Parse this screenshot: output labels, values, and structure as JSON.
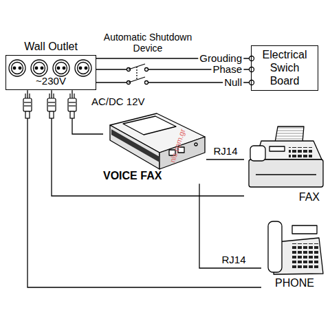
{
  "diagram": {
    "nodes": [
      {
        "text": [
          "Wall Outlet",
          "~230V"
        ]
      },
      {
        "text": [
          "Electrical Swich Board"
        ]
      },
      {
        "text": [
          "VOICE FAX"
        ]
      },
      {
        "text": [
          "FAX"
        ]
      },
      {
        "text": [
          "PHONE"
        ]
      }
    ],
    "edges": [
      {
        "from": 0,
        "to": 1,
        "label": "Grouding",
        "arrow": "none"
      },
      {
        "from": 0,
        "to": 1,
        "label": "Phase",
        "arrow": "none"
      },
      {
        "from": 0,
        "to": 1,
        "label": "Null",
        "arrow": "none"
      },
      {
        "from": 0,
        "to": 2,
        "arrow": "none"
      },
      {
        "from": 0,
        "to": 3,
        "arrow": "none"
      },
      {
        "from": 0,
        "to": 4,
        "arrow": "none"
      },
      {
        "from": 2,
        "to": 3,
        "label": "RJ14",
        "arrow": "none"
      },
      {
        "from": 2,
        "to": 4,
        "label": "RJ14",
        "arrow": "none"
      }
    ],
    "labels": [
      "Automatic Shutdown Device",
      "AC/DC 12V",
      "nls.com.gr"
    ]
  }
}
